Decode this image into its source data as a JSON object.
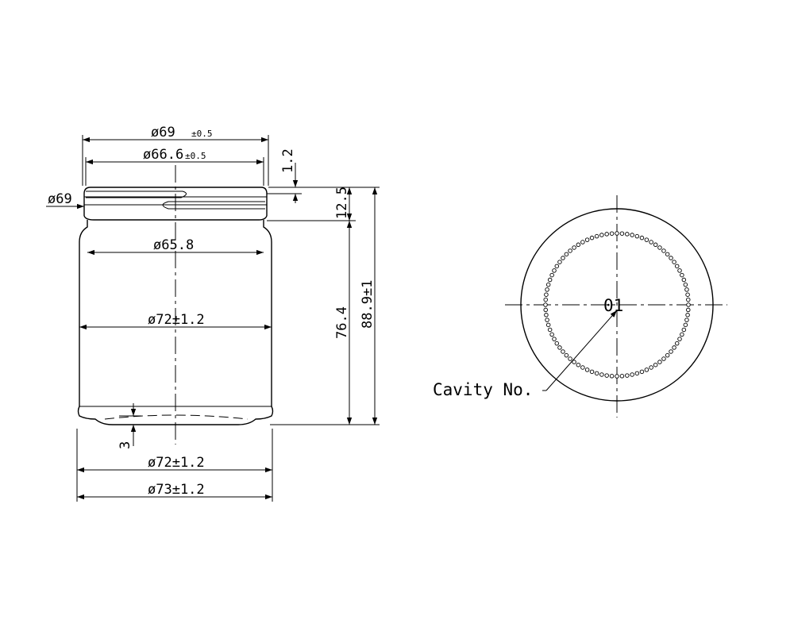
{
  "side_view": {
    "dim_finish_outer": {
      "main": "ø69",
      "tol": "±0.5"
    },
    "dim_finish_inner": {
      "main": "ø66.6",
      "tol": "±0.5"
    },
    "dim_thread": "ø69",
    "dim_neck": "ø65.8",
    "dim_body": "ø72±1.2",
    "dim_base": "ø72±1.2",
    "dim_bottom": "ø73±1.2",
    "dim_lip_height": "1.2",
    "dim_finish_height": "12.5",
    "dim_body_height": "76.4",
    "dim_overall_height": "88.9±1",
    "dim_push_up": "3"
  },
  "bottom_view": {
    "cavity_number": "01",
    "cavity_label": "Cavity No."
  }
}
